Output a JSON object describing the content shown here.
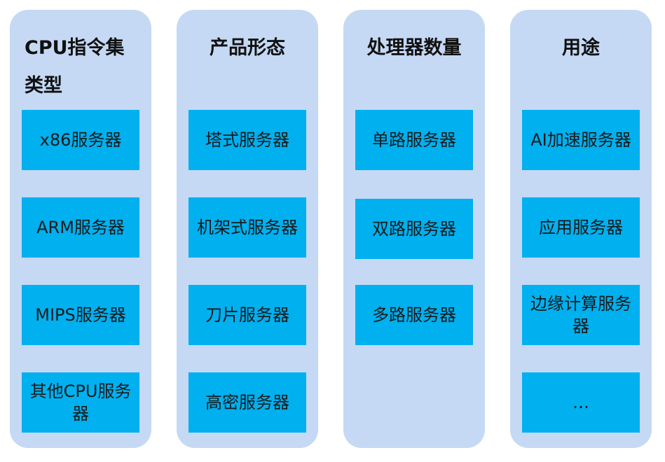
{
  "columns": [
    {
      "title": "CPU指令集类型",
      "items": [
        "x86服务器",
        "ARM服务器",
        "MIPS服务器",
        "其他CPU服务器"
      ]
    },
    {
      "title": "产品形态",
      "items": [
        "塔式服务器",
        "机架式服务器",
        "刀片服务器",
        "高密服务器"
      ]
    },
    {
      "title": "处理器数量",
      "items": [
        "单路服务器",
        "双路服务器",
        "多路服务器"
      ]
    },
    {
      "title": "用途",
      "items": [
        "AI加速服务器",
        "应用服务器",
        "边缘计算服务器",
        "…"
      ]
    }
  ],
  "colors": {
    "column_bg": "#c5d9f4",
    "card_bg": "#00b0ef",
    "text": "#111111"
  }
}
